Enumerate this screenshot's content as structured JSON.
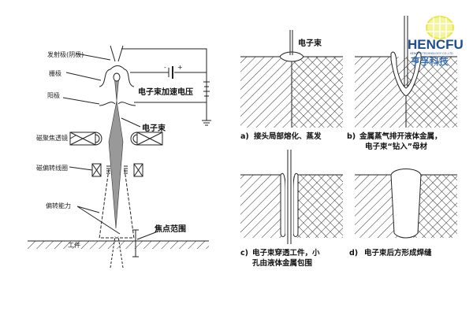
{
  "logo": {
    "name": "HENCFU",
    "subtitle": "HENGFU TECHNOLOGY CO.,LTD",
    "chinese": "亨孚科技",
    "colors": {
      "globe": "#e8e84a",
      "text": "#1f4e8c"
    }
  },
  "left_diagram": {
    "cathode": "发射极(阴极)",
    "grid": "栅极",
    "anode": "阳极",
    "voltage": "电子束加速电压",
    "beam": "电子束",
    "focus_lens": "磁聚焦透镜",
    "deflection_coil": "磁偏转线圈",
    "deflection": "偏转能力",
    "focus_range": "焦点范围",
    "workpiece": "工件",
    "battery_minus": "-",
    "battery_plus": "+"
  },
  "right_diagram": {
    "beam": "电子束",
    "panels": [
      {
        "letter": "a)",
        "lines": [
          "接头局部熔化、蒸发"
        ]
      },
      {
        "letter": "b)",
        "lines": [
          "金属蒸气排开液体金属，",
          "电子束“钻入”母材"
        ]
      },
      {
        "letter": "c)",
        "lines": [
          "电子束穿透工件，小",
          "孔由液体金属包围"
        ]
      },
      {
        "letter": "d)",
        "lines": [
          "电子束后方形成焊缝"
        ]
      }
    ]
  }
}
